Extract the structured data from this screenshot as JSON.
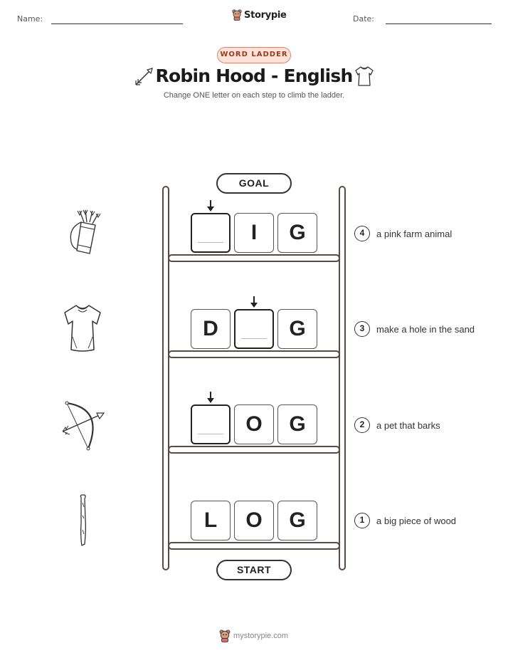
{
  "header": {
    "name_label": "Name:",
    "date_label": "Date:",
    "brand": "Storypie"
  },
  "badge": "WORD LADDER",
  "title": "Robin Hood - English",
  "subtitle": "Change ONE letter on each step to climb the ladder.",
  "goal_label": "GOAL",
  "start_label": "START",
  "steps": [
    {
      "number": "4",
      "clue": "a pink farm animal",
      "letters": [
        "",
        "I",
        "G"
      ],
      "changed_index": 0,
      "picture": "quiver-icon"
    },
    {
      "number": "3",
      "clue": "make a hole in the sand",
      "letters": [
        "D",
        "",
        "G"
      ],
      "changed_index": 1,
      "picture": "tunic-icon"
    },
    {
      "number": "2",
      "clue": "a pet that barks",
      "letters": [
        "",
        "O",
        "G"
      ],
      "changed_index": 0,
      "picture": "bow-and-arrow-icon"
    },
    {
      "number": "1",
      "clue": "a big piece of wood",
      "letters": [
        "L",
        "O",
        "G"
      ],
      "changed_index": null,
      "picture": "stick-icon"
    }
  ],
  "footer": "mystorypie.com"
}
